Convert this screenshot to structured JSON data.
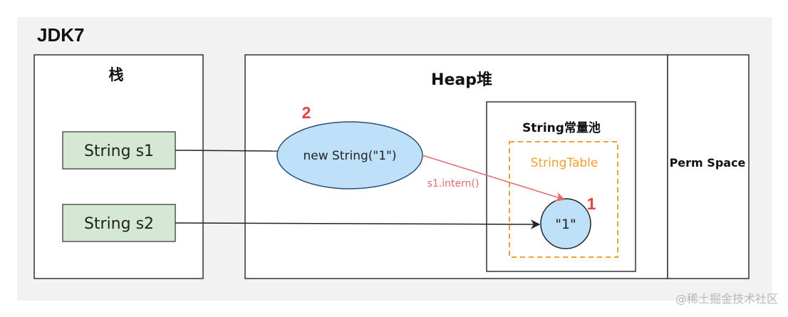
{
  "title": "JDK7",
  "stack": {
    "label": "栈",
    "var1": "String s1",
    "var2": "String s2"
  },
  "heap": {
    "label": "Heap堆",
    "object": "new String(\"1\")",
    "object_marker": "2",
    "pool": {
      "label": "String常量池",
      "table_label": "StringTable",
      "literal": "\"1\"",
      "literal_marker": "1"
    }
  },
  "perm": {
    "label": "Perm Space"
  },
  "arrow_label": "s1.intern()",
  "watermark": "@稀土掘金技术社区",
  "colors": {
    "panel_bg": "#f2f2f2",
    "stack_var_fill": "#d5e8d4",
    "stack_var_stroke": "#82b366",
    "heap_obj_fill": "#bfe0f9",
    "heap_obj_stroke": "#2c4f7c",
    "marker_red": "#e8403a",
    "table_orange": "#f0a030",
    "intern_arrow": "#e06a6a"
  }
}
